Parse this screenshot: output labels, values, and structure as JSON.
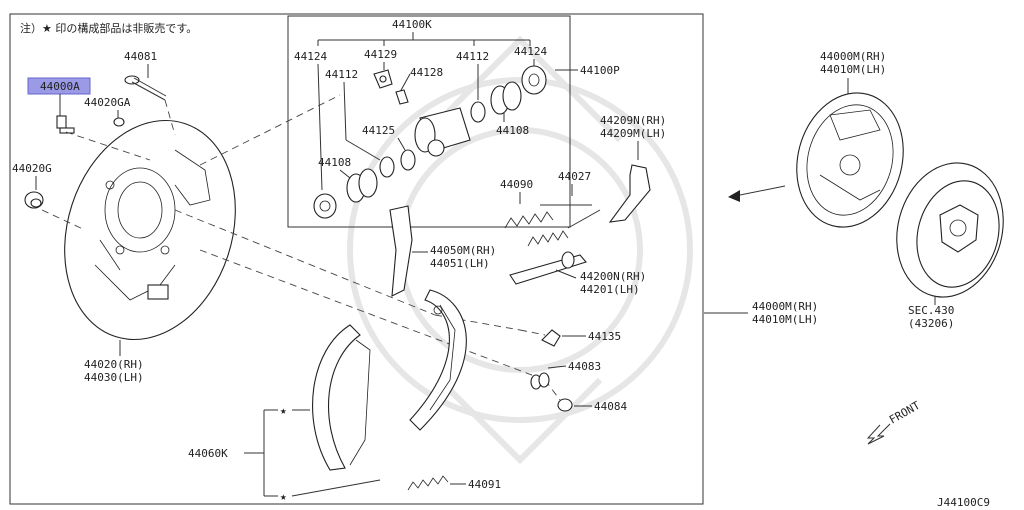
{
  "note": "注）★ 印の構成部品は非販売です。",
  "diagram_code": "J44100C9",
  "highlight_color": "#9a9ae6",
  "front_label": "FRONT",
  "labels": {
    "p44000a": "44000A",
    "p44081": "44081",
    "p44020ga": "44020GA",
    "p44020g": "44020G",
    "p44020": "44020(RH)",
    "p44030": "44030(LH)",
    "p44100k": "44100K",
    "p44124a": "44124",
    "p44124b": "44124",
    "p44129": "44129",
    "p44112a": "44112",
    "p44112b": "44112",
    "p44128": "44128",
    "p44100p": "44100P",
    "p44125": "44125",
    "p44108a": "44108",
    "p44108b": "44108",
    "p44090": "44090",
    "p44027": "44027",
    "p44209n": "44209N(RH)",
    "p44209m": "44209M(LH)",
    "p44050m": "44050M(RH)",
    "p44051": "44051(LH)",
    "p44200n": "44200N(RH)",
    "p44201": "44201(LH)",
    "p44135": "44135",
    "p44083": "44083",
    "p44084": "44084",
    "p44060k": "44060K",
    "p44091": "44091",
    "p44000m_top": "44000M(RH)",
    "p44010m_top": "44010M(LH)",
    "p44000m_right": "44000M(RH)",
    "p44010m_right": "44010M(LH)",
    "sec430": "SEC.430",
    "sec430_code": "(43206)"
  },
  "star_marks": [
    "★",
    "★"
  ]
}
